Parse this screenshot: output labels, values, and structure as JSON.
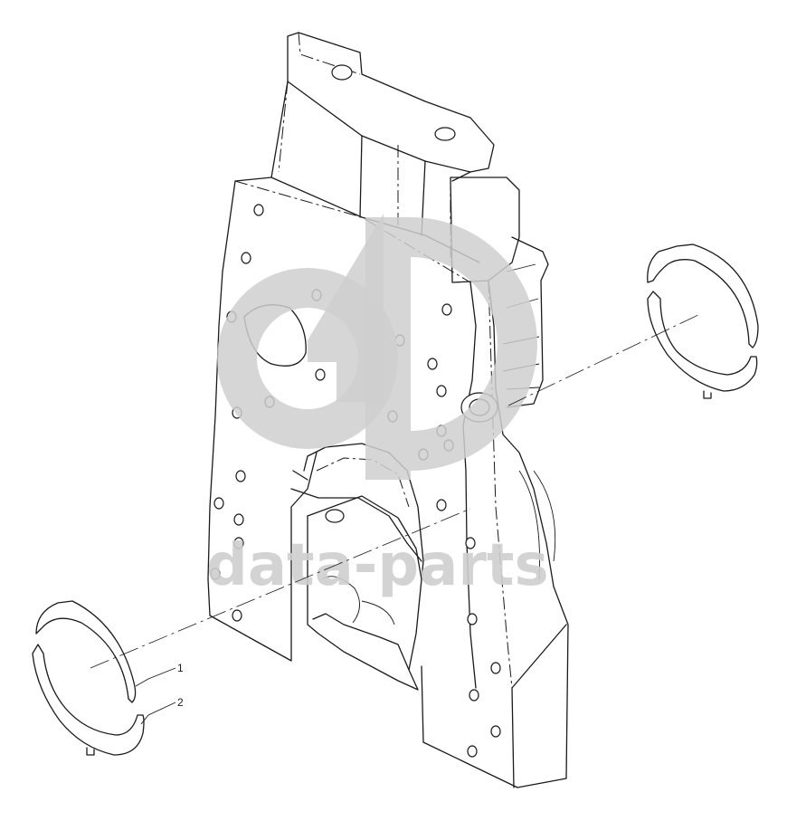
{
  "watermark": {
    "logo": "gd-logo-mark",
    "text": "data-parts"
  },
  "callouts": [
    {
      "label": "1"
    },
    {
      "label": "2"
    }
  ],
  "colors": {
    "line": "#1a1a1a",
    "watermark": "#cfcfcf",
    "background": "#ffffff"
  }
}
